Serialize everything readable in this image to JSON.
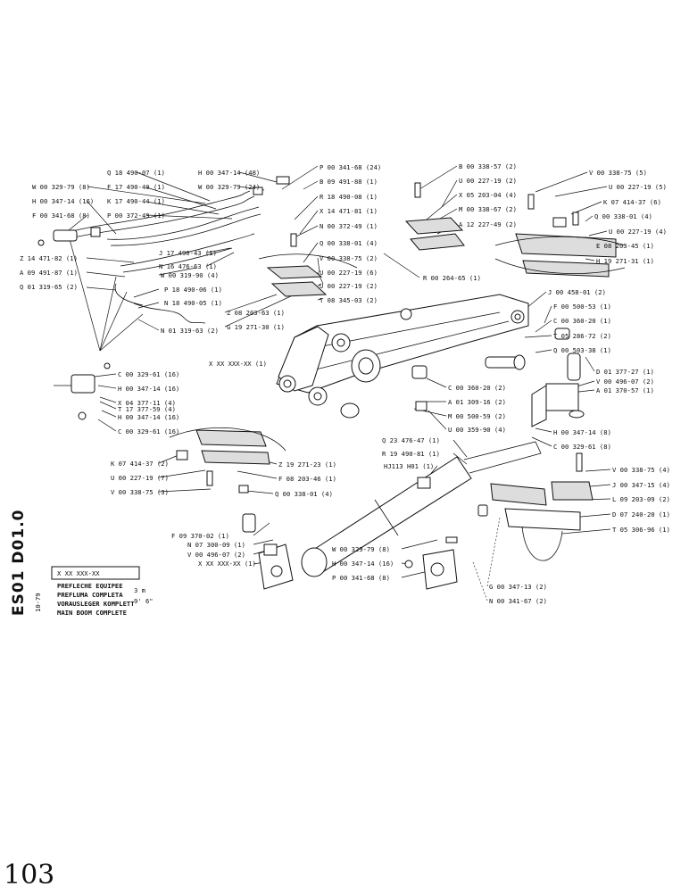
{
  "drawing": {
    "code_vertical": "ES01 D01.0",
    "date_vertical": "10-79",
    "ref_box": "X XX XXX-XX",
    "title_lines": [
      "PREFLECHE EQUIPEE",
      "PREFLUMA COMPLETA",
      "VORAUSLEGER KOMPLETT",
      "MAIN BOOM COMPLETE"
    ],
    "sizes": [
      "3 m",
      "9' 6\""
    ],
    "page_number": "103",
    "center_ref": "X XX XXX-XX (1)",
    "valve_ref": "X XX XXX-XX (1)",
    "cable_ref": "HJ113 H01 (1)"
  },
  "labels": {
    "top_left": [
      "W 00 329-79 (8)",
      "H 00 347-14 (16)",
      "F 00 341-68 (8)",
      "Q 18 490-07 (1)",
      "F 17 490-40 (1)",
      "K 17 490-44 (1)",
      "P 00 372-49 (1)",
      "H 00 347-14 (48)",
      "W 00 329-79 (24)",
      "Z 14 471-82 (1)",
      "A 09 491-87 (1)",
      "Q 01 319-65 (2)",
      "J 17 490-43 (1)",
      "N 16 476-63 (1)",
      "W 00 319-90 (4)",
      "P 18 490-06 (1)",
      "N 18 490-05 (1)",
      "N 01 319-63 (2)"
    ],
    "top_center": [
      "P 00 341-68 (24)",
      "B 09 491-88 (1)",
      "R 18 490-08 (1)",
      "X 14 471-81 (1)",
      "N 00 372-49 (1)",
      "Q 00 338-01 (4)",
      "V 00 338-75 (2)",
      "U 00 227-19 (6)",
      "U 00 227-19 (2)",
      "T 08 345-03 (2)",
      "Z 08 203-63 (1)",
      "G 19 271-30 (1)",
      "R 00 264-65 (1)"
    ],
    "top_right": [
      "B 00 338-57 (2)",
      "U 00 227-19 (2)",
      "X 05 203-04 (4)",
      "M 00 338-67 (2)",
      "A 12 227-49 (2)",
      "V 00 338-75 (5)",
      "U 00 227-19 (5)",
      "K 07 414-37 (6)",
      "Q 00 338-01 (4)",
      "U 00 227-19 (4)",
      "E 08 203-45 (1)",
      "H 19 271-31 (1)"
    ],
    "mid_right": [
      "J 00 458-01 (2)",
      "F 00 500-53 (1)",
      "C 00 360-20 (1)",
      "T 05 286-72 (2)",
      "Q 00 503-38 (1)",
      "D 01 377-27 (1)",
      "V 00 496-07 (2)",
      "A 01 370-57 (1)",
      "C 00 360-20 (2)",
      "A 01 309-16 (2)",
      "M 00 500-59 (2)",
      "U 00 359-90 (4)",
      "H 00 347-14 (8)",
      "C 00 329-61 (8)"
    ],
    "left_mid": [
      "C 00 329-61 (16)",
      "H 00 347-14 (16)",
      "X 04 377-11 (4)",
      "T 17 377-59 (4)",
      "H 00 347-14 (16)",
      "C 00 329-61 (16)"
    ],
    "left_lower": [
      "K 07 414-37 (2)",
      "U 00 227-19 (7)",
      "V 00 338-75 (3)",
      "Z 19 271-23 (1)",
      "F 08 203-46 (1)",
      "Q 00 338-01 (4)"
    ],
    "center_lower": [
      "Q 23 476-47 (1)",
      "R 19 490-81 (1)"
    ],
    "right_lower": [
      "V 00 338-75 (4)",
      "J 00 347-15 (4)",
      "L 09 203-09 (2)",
      "D 07 240-20 (1)",
      "T 05 306-96 (1)"
    ],
    "bottom": [
      "F 09 370-02 (1)",
      "N 07 300-09 (1)",
      "V 00 496-07 (2)",
      "W 00 329-79 (8)",
      "H 00 347-14 (16)",
      "P 00 341-68 (8)",
      "G 00 347-13 (2)",
      "N 00 341-67 (2)"
    ]
  },
  "colors": {
    "ink": "#111111",
    "paper": "#ffffff"
  }
}
